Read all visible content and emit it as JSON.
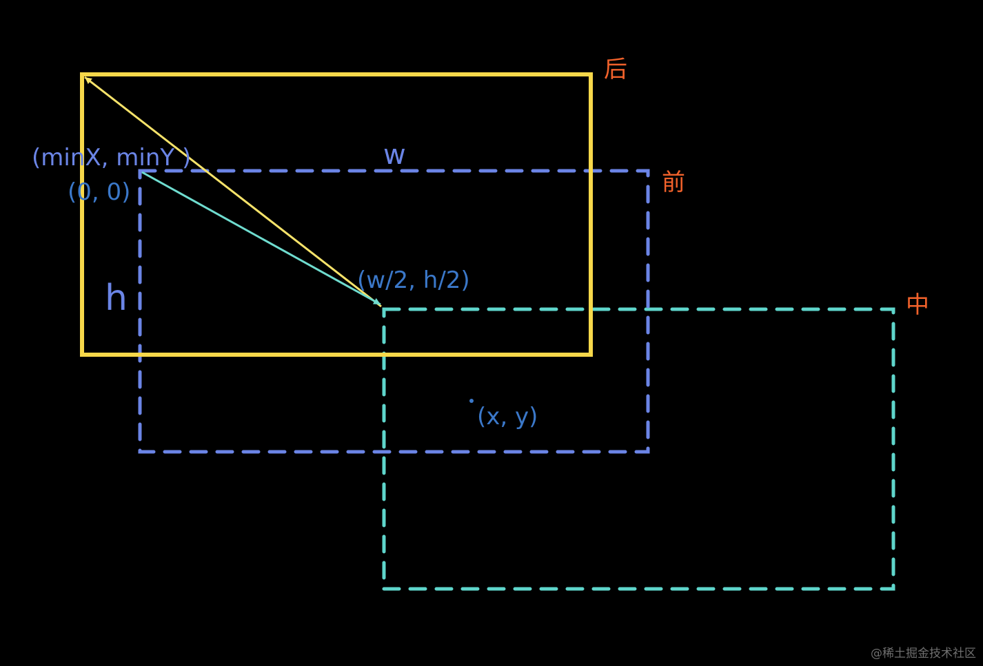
{
  "labels": {
    "back": "后",
    "front": "前",
    "middle": "中",
    "min_point": "(minX, minY )",
    "origin": "(0, 0)",
    "width": "w",
    "height": "h",
    "center": "(w/2, h/2)",
    "point": "(x, y)"
  },
  "watermark": "@稀土掘金技术社区",
  "colors": {
    "background": "#000000",
    "back_rect": "#f7d84a",
    "front_rect": "#6b85e6",
    "middle_rect": "#5fd6cc",
    "label_orange": "#f2622b",
    "label_blue_light": "#6b85e6",
    "label_blue_dark": "#3b78c9",
    "vector_yellow": "#f7e36a",
    "vector_cyan": "#6fdccf"
  }
}
